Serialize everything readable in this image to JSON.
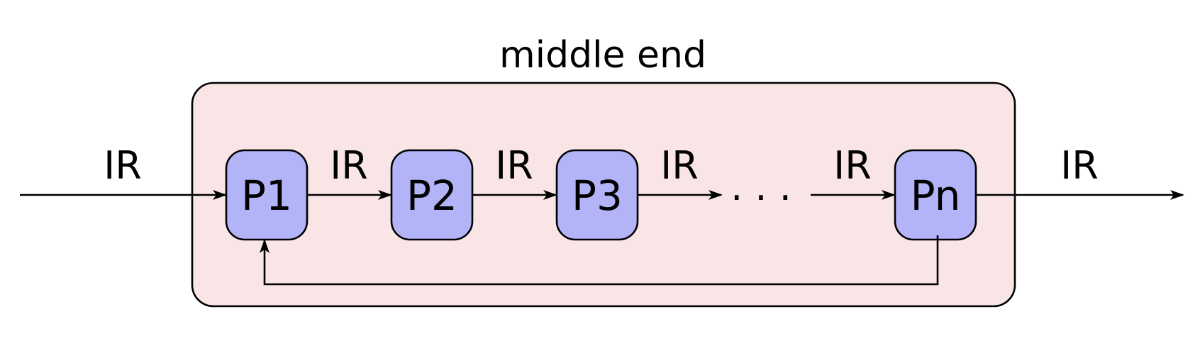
{
  "title": "middle end",
  "input_label": "IR",
  "output_label": "IR",
  "passes": [
    "P1",
    "P2",
    "P3",
    "Pn"
  ],
  "between_labels": [
    "IR",
    "IR",
    "IR",
    "IR"
  ],
  "ellipsis": ". . .",
  "colors": {
    "container_fill": "#f9e5e5",
    "pass_fill": "#b3b3f8",
    "stroke": "#000000"
  }
}
